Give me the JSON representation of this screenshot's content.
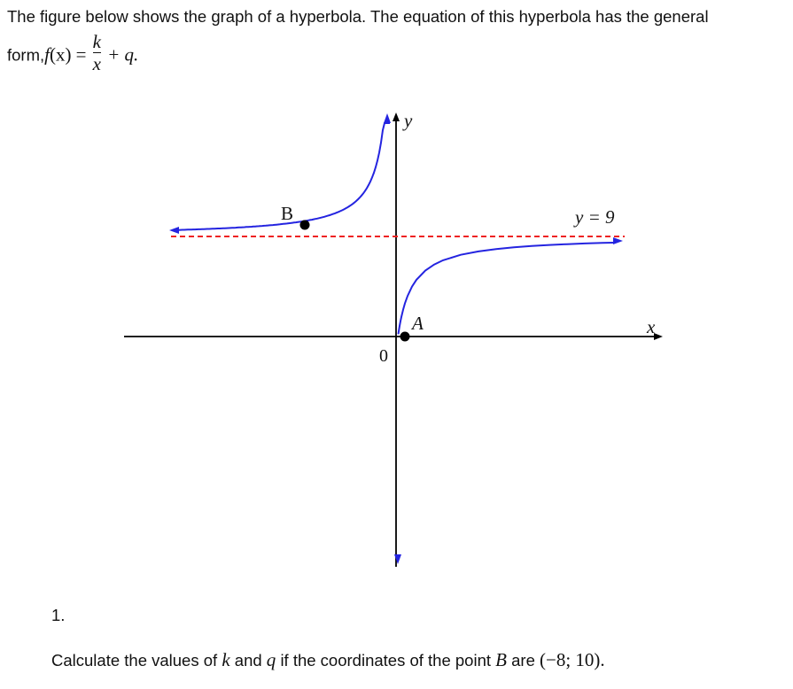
{
  "intro": {
    "text": "The figure below shows the graph of a hyperbola. The equation of this hyperbola has the general",
    "form_prefix": "form,",
    "f": "f",
    "x_arg": "(x)",
    "equals": "=",
    "numerator": "k",
    "denominator": "x",
    "plus_q": "+ q."
  },
  "graph": {
    "y_axis_label": "y",
    "x_axis_label": "x",
    "origin_label": "0",
    "point_a_label": "A",
    "point_b_label": "B",
    "asymptote_label": "y = 9",
    "curve_color": "#2424e0",
    "asymptote_color": "#ee2222",
    "axis_color": "#000000"
  },
  "question": {
    "number": "1.",
    "text_1": "Calculate the values of",
    "k": "k",
    "and": "and",
    "q": "q",
    "text_2": "if the coordinates of the point",
    "B": "B",
    "are": "are",
    "coords": "(−8; 10)."
  }
}
